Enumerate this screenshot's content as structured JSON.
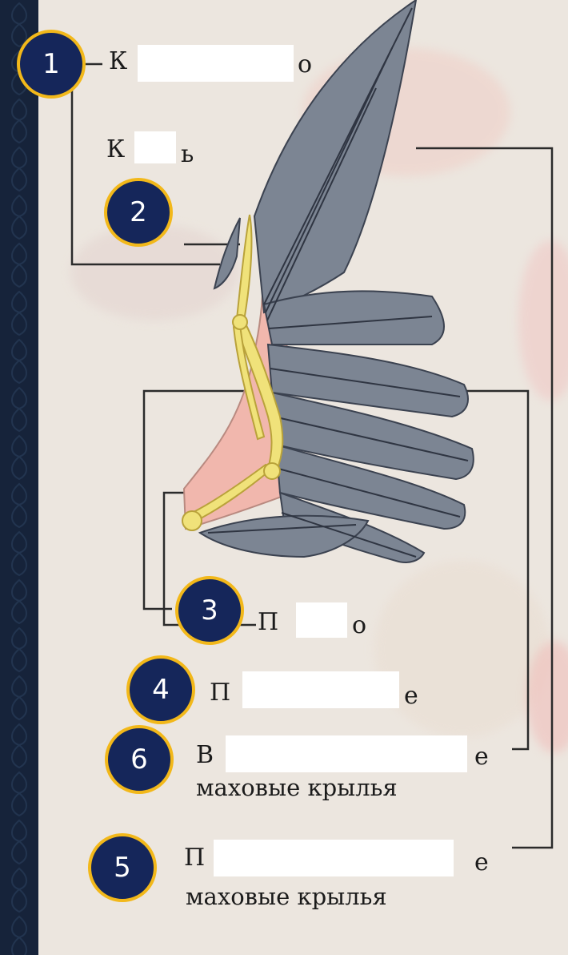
{
  "labels": {
    "l1": {
      "first": "К",
      "last": "о"
    },
    "l2": {
      "first": "К",
      "last": "ь"
    },
    "l3": {
      "first": "П",
      "last": "о"
    },
    "l4": {
      "first": "П",
      "last": "е"
    },
    "l6": {
      "first": "В",
      "last": "е",
      "line2": "маховые крылья"
    },
    "l5": {
      "first": "П",
      "last": "е",
      "line2": "маховые крылья"
    }
  },
  "badges": [
    "1",
    "2",
    "3",
    "4",
    "6",
    "5"
  ],
  "colors": {
    "background": "#16233a",
    "badge_fill": "#15265a",
    "badge_border": "#f2b81a",
    "feather": "#7c8593",
    "bone": "#f0e27a",
    "skin": "#f1b7ad",
    "paper": "#ece6df"
  }
}
